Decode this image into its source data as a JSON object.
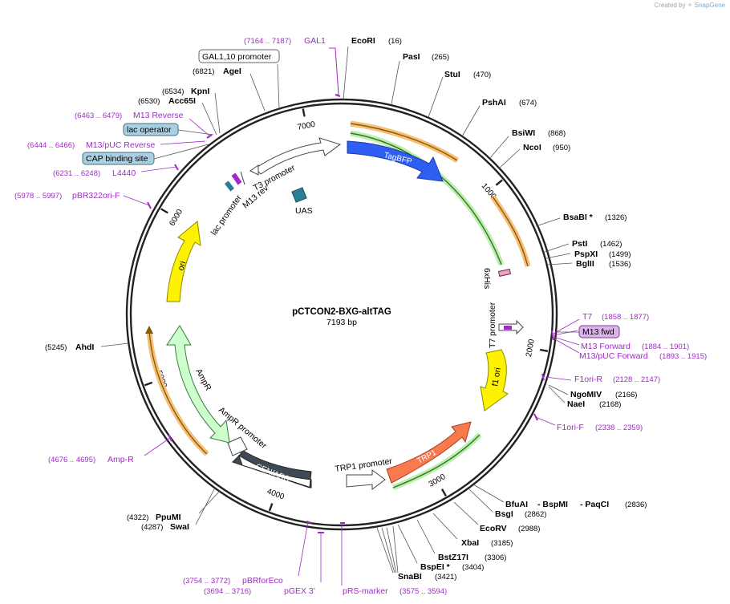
{
  "credit": {
    "prefix": "Created by",
    "brand": "SnapGene"
  },
  "plasmid": {
    "name": "pCTCON2-BXG-altTAG",
    "length_label": "7193 bp",
    "length": 7193
  },
  "colors": {
    "primer": "#a02bc6",
    "tagbfp": "#2f5ef2",
    "trp1": "#f87a4e",
    "ori_yellow": "#fff200",
    "ampr": "#ccffcc",
    "cenars": "#3d4a56",
    "uas": "#2a7f96",
    "orange_band": "#f5c07a",
    "green_band": "#bfecb3"
  },
  "tick_labels": [
    {
      "label": "7000",
      "bp": 6980
    },
    {
      "label": "1000",
      "bp": 1000
    },
    {
      "label": "2000",
      "bp": 2000
    },
    {
      "label": "3000",
      "bp": 3000
    },
    {
      "label": "4000",
      "bp": 4000
    },
    {
      "label": "5000",
      "bp": 5000
    },
    {
      "label": "6000",
      "bp": 6000
    }
  ],
  "enzymes": [
    {
      "name": "EcoRI",
      "pos": "(16)"
    },
    {
      "name": "PasI",
      "pos": "(265)"
    },
    {
      "name": "StuI",
      "pos": "(470)"
    },
    {
      "name": "PshAI",
      "pos": "(674)"
    },
    {
      "name": "BsiWI",
      "pos": "(868)"
    },
    {
      "name": "NcoI",
      "pos": "(950)"
    },
    {
      "name": "BsaBI *",
      "pos": "(1326)"
    },
    {
      "name": "PstI",
      "pos": "(1462)"
    },
    {
      "name": "PspXI",
      "pos": "(1499)"
    },
    {
      "name": "BglII",
      "pos": "(1536)"
    },
    {
      "name": "NgoMIV",
      "pos": "(2166)"
    },
    {
      "name": "NaeI",
      "pos": "(2168)"
    },
    {
      "name": "BfuAI",
      "pos": ""
    },
    {
      "name": "- BspMI",
      "pos": ""
    },
    {
      "name": "- PaqCI",
      "pos": "(2836)"
    },
    {
      "name": "BsgI",
      "pos": "(2862)"
    },
    {
      "name": "EcoRV",
      "pos": "(2988)"
    },
    {
      "name": "XbaI",
      "pos": "(3185)"
    },
    {
      "name": "BstZ17I",
      "pos": "(3306)"
    },
    {
      "name": "BspEI *",
      "pos": "(3404)"
    },
    {
      "name": "SnaBI",
      "pos": "(3421)"
    },
    {
      "name": "PpuMI",
      "pos": "(4322)"
    },
    {
      "name": "SwaI",
      "pos": "(4287)"
    },
    {
      "name": "AhdI",
      "pos": "(5245)"
    },
    {
      "name": "Acc65I",
      "pos": "(6530)"
    },
    {
      "name": "KpnI",
      "pos": "(6534)"
    },
    {
      "name": "AgeI",
      "pos": "(6821)"
    }
  ],
  "primers": [
    {
      "name": "GAL1",
      "pos": "(7164 .. 7187)"
    },
    {
      "name": "M13 Reverse",
      "pos": "(6463 .. 6479)"
    },
    {
      "name": "M13/pUC Reverse",
      "pos": "(6444 .. 6466)"
    },
    {
      "name": "L4440",
      "pos": "(6231 .. 6248)"
    },
    {
      "name": "pBR322ori-F",
      "pos": "(5978 .. 5997)"
    },
    {
      "name": "T7",
      "pos": "(1858 .. 1877)"
    },
    {
      "name": "M13 Forward",
      "pos": "(1884 .. 1901)"
    },
    {
      "name": "M13/pUC Forward",
      "pos": "(1893 .. 1915)"
    },
    {
      "name": "F1ori-R",
      "pos": "(2128 .. 2147)"
    },
    {
      "name": "F1ori-F",
      "pos": "(2338 .. 2359)"
    },
    {
      "name": "Amp-R",
      "pos": "(4676 .. 4695)"
    },
    {
      "name": "pBRforEco",
      "pos": "(3754 .. 3772)"
    },
    {
      "name": "pGEX 3'",
      "pos": "(3694 .. 3716)"
    },
    {
      "name": "pRS-marker",
      "pos": "(3575 .. 3594)"
    }
  ],
  "boxed_labels": {
    "gal1_10": "GAL1,10 promoter",
    "lac_operator": "lac operator",
    "cap_site": "CAP binding site",
    "m13_fwd": "M13 fwd"
  },
  "features": {
    "tagbfp": "TagBFP",
    "trp1": "TRP1",
    "cenars": "CEN/ARS",
    "ori": "ori",
    "f1ori": "f1 ori",
    "ampr": "AmpR",
    "ampr_promoter": "AmpR promoter",
    "trp1_promoter": "TRP1 promoter",
    "t7_promoter": "T7 promoter",
    "t3_promoter": "T3 promoter",
    "m13_rev": "M13 rev",
    "lac_promoter": "lac promoter",
    "uas": "UAS",
    "his6": "6xHis"
  }
}
